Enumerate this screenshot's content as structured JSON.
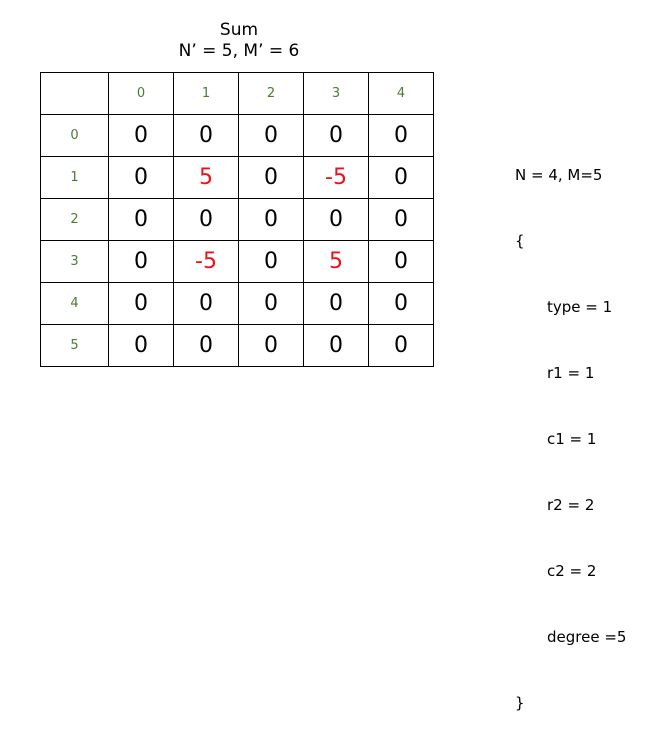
{
  "title": {
    "line1": "Sum",
    "line2": "N’ = 5, M’ = 6"
  },
  "grid": {
    "col_headers": [
      "0",
      "1",
      "2",
      "3",
      "4"
    ],
    "rows": [
      {
        "label": "0",
        "values": [
          "0",
          "0",
          "0",
          "0",
          "0"
        ],
        "highlight": [
          false,
          false,
          false,
          false,
          false
        ]
      },
      {
        "label": "1",
        "values": [
          "0",
          "5",
          "0",
          "-5",
          "0"
        ],
        "highlight": [
          false,
          true,
          false,
          true,
          false
        ]
      },
      {
        "label": "2",
        "values": [
          "0",
          "0",
          "0",
          "0",
          "0"
        ],
        "highlight": [
          false,
          false,
          false,
          false,
          false
        ]
      },
      {
        "label": "3",
        "values": [
          "0",
          "-5",
          "0",
          "5",
          "0"
        ],
        "highlight": [
          false,
          true,
          false,
          true,
          false
        ]
      },
      {
        "label": "4",
        "values": [
          "0",
          "0",
          "0",
          "0",
          "0"
        ],
        "highlight": [
          false,
          false,
          false,
          false,
          false
        ]
      },
      {
        "label": "5",
        "values": [
          "0",
          "0",
          "0",
          "0",
          "0"
        ],
        "highlight": [
          false,
          false,
          false,
          false,
          false
        ]
      }
    ]
  },
  "colors": {
    "index_label": "#4e7a36",
    "highlight_value": "#e8131b",
    "value": "#000000"
  },
  "params": {
    "header": "N = 4, M=5",
    "open_brace": "{",
    "fields": [
      "type = 1",
      "r1 = 1",
      "c1 = 1",
      "r2 = 2",
      "c2 = 2",
      "degree =5"
    ],
    "close_brace": "}"
  }
}
